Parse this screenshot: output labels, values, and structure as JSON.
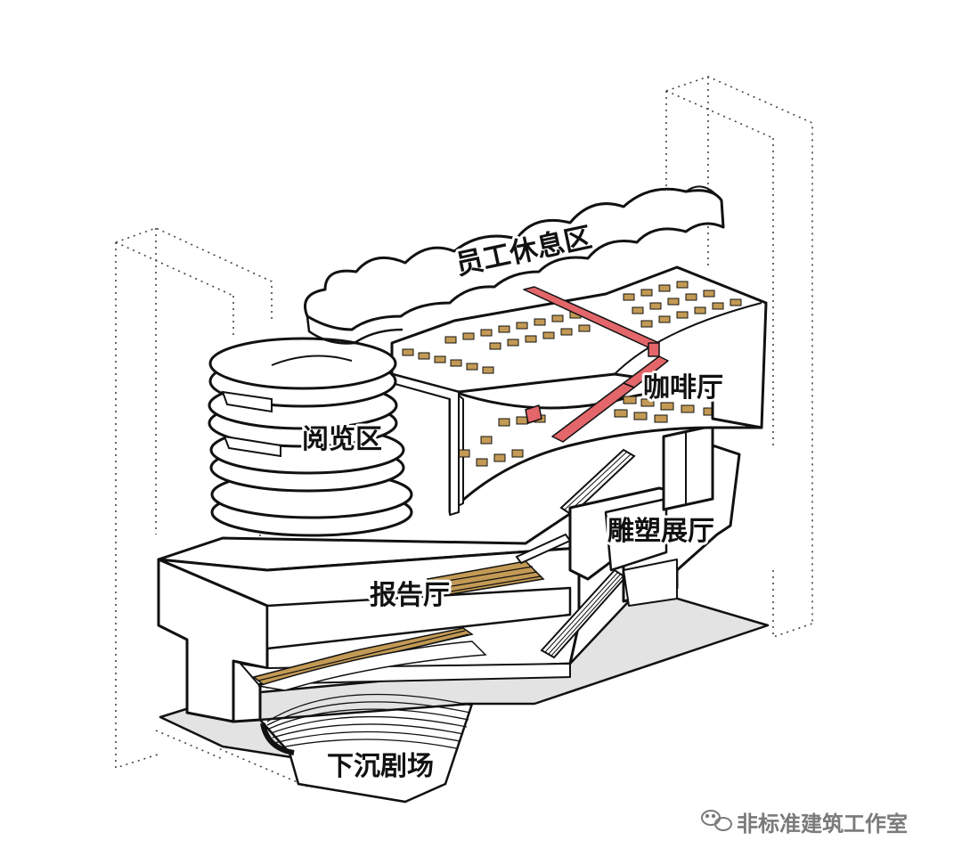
{
  "diagram": {
    "labels": {
      "staff_lounge": "员工休息区",
      "reading_area": "阅览区",
      "cafe": "咖啡厅",
      "sculpture_hall": "雕塑展厅",
      "lecture_hall": "报告厅",
      "sunken_theater": "下沉剧场"
    },
    "watermark": "非标准建筑工作室",
    "watermark_icon": "wechat-icon",
    "colors": {
      "line": "#111111",
      "fill": "#ffffff",
      "ground": "#e3e3e3",
      "accent_bridge": "#e3666a",
      "seat": "#c39a55",
      "dotted": "#444444"
    }
  }
}
